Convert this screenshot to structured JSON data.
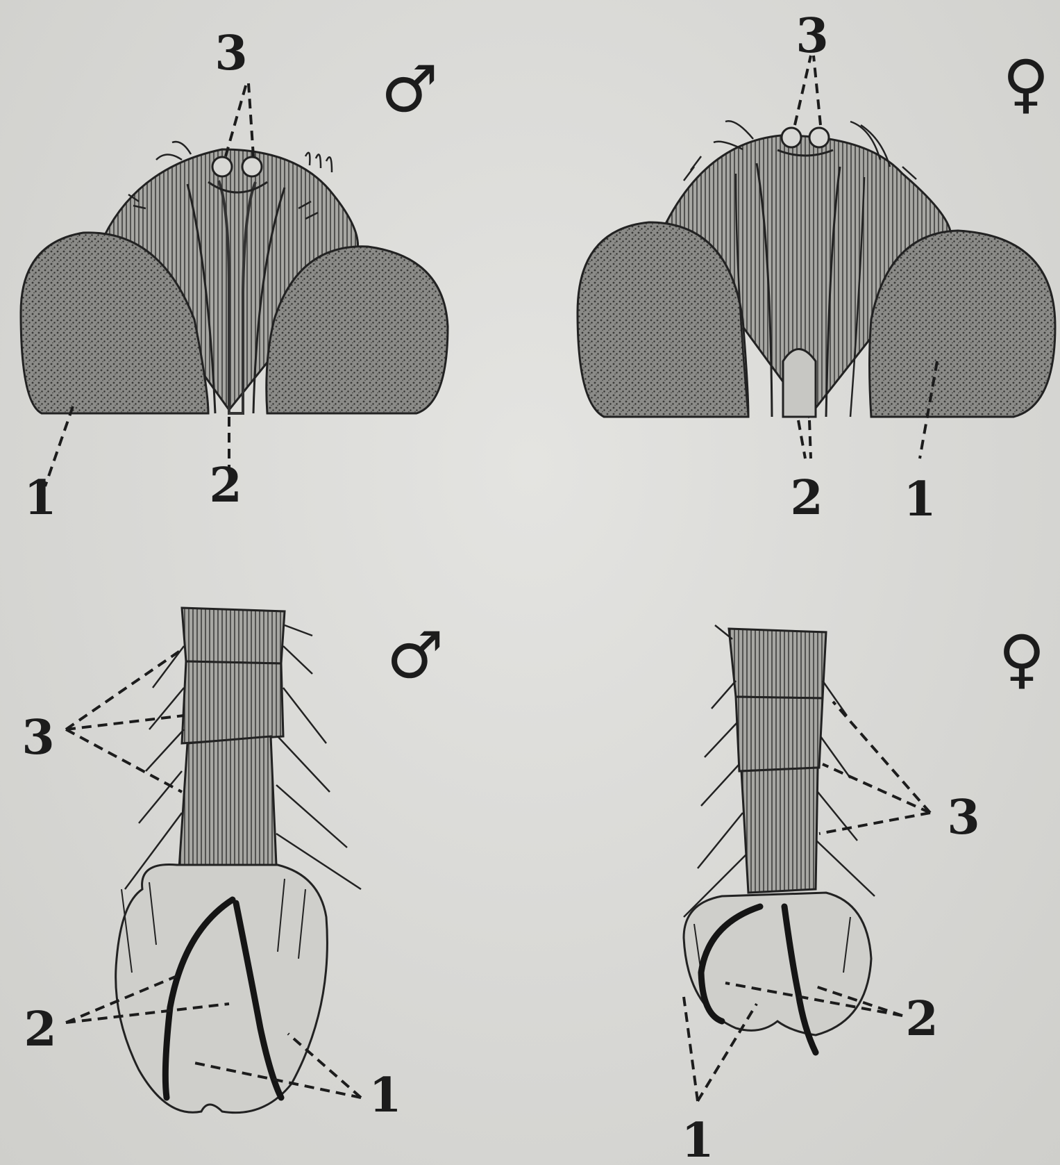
{
  "figures": [
    {
      "id": "head-male",
      "sex_symbol": "♂",
      "labels": {
        "compound_eye": "1",
        "frons_stripe": "2",
        "ocelli": "3"
      }
    },
    {
      "id": "head-female",
      "sex_symbol": "♀",
      "labels": {
        "compound_eye": "1",
        "frons_stripe": "2",
        "ocelli": "3"
      }
    },
    {
      "id": "foot-male",
      "sex_symbol": "♂",
      "labels": {
        "pulvilli": "1",
        "claws": "2",
        "tarsal_segments": "3"
      }
    },
    {
      "id": "foot-female",
      "sex_symbol": "♀",
      "labels": {
        "pulvilli": "1",
        "claws": "2",
        "tarsal_segments": "3"
      }
    }
  ],
  "colors": {
    "paper": "#d9d9d6",
    "ink": "#1c1c1c",
    "eye_shading": "#5a5a58"
  }
}
